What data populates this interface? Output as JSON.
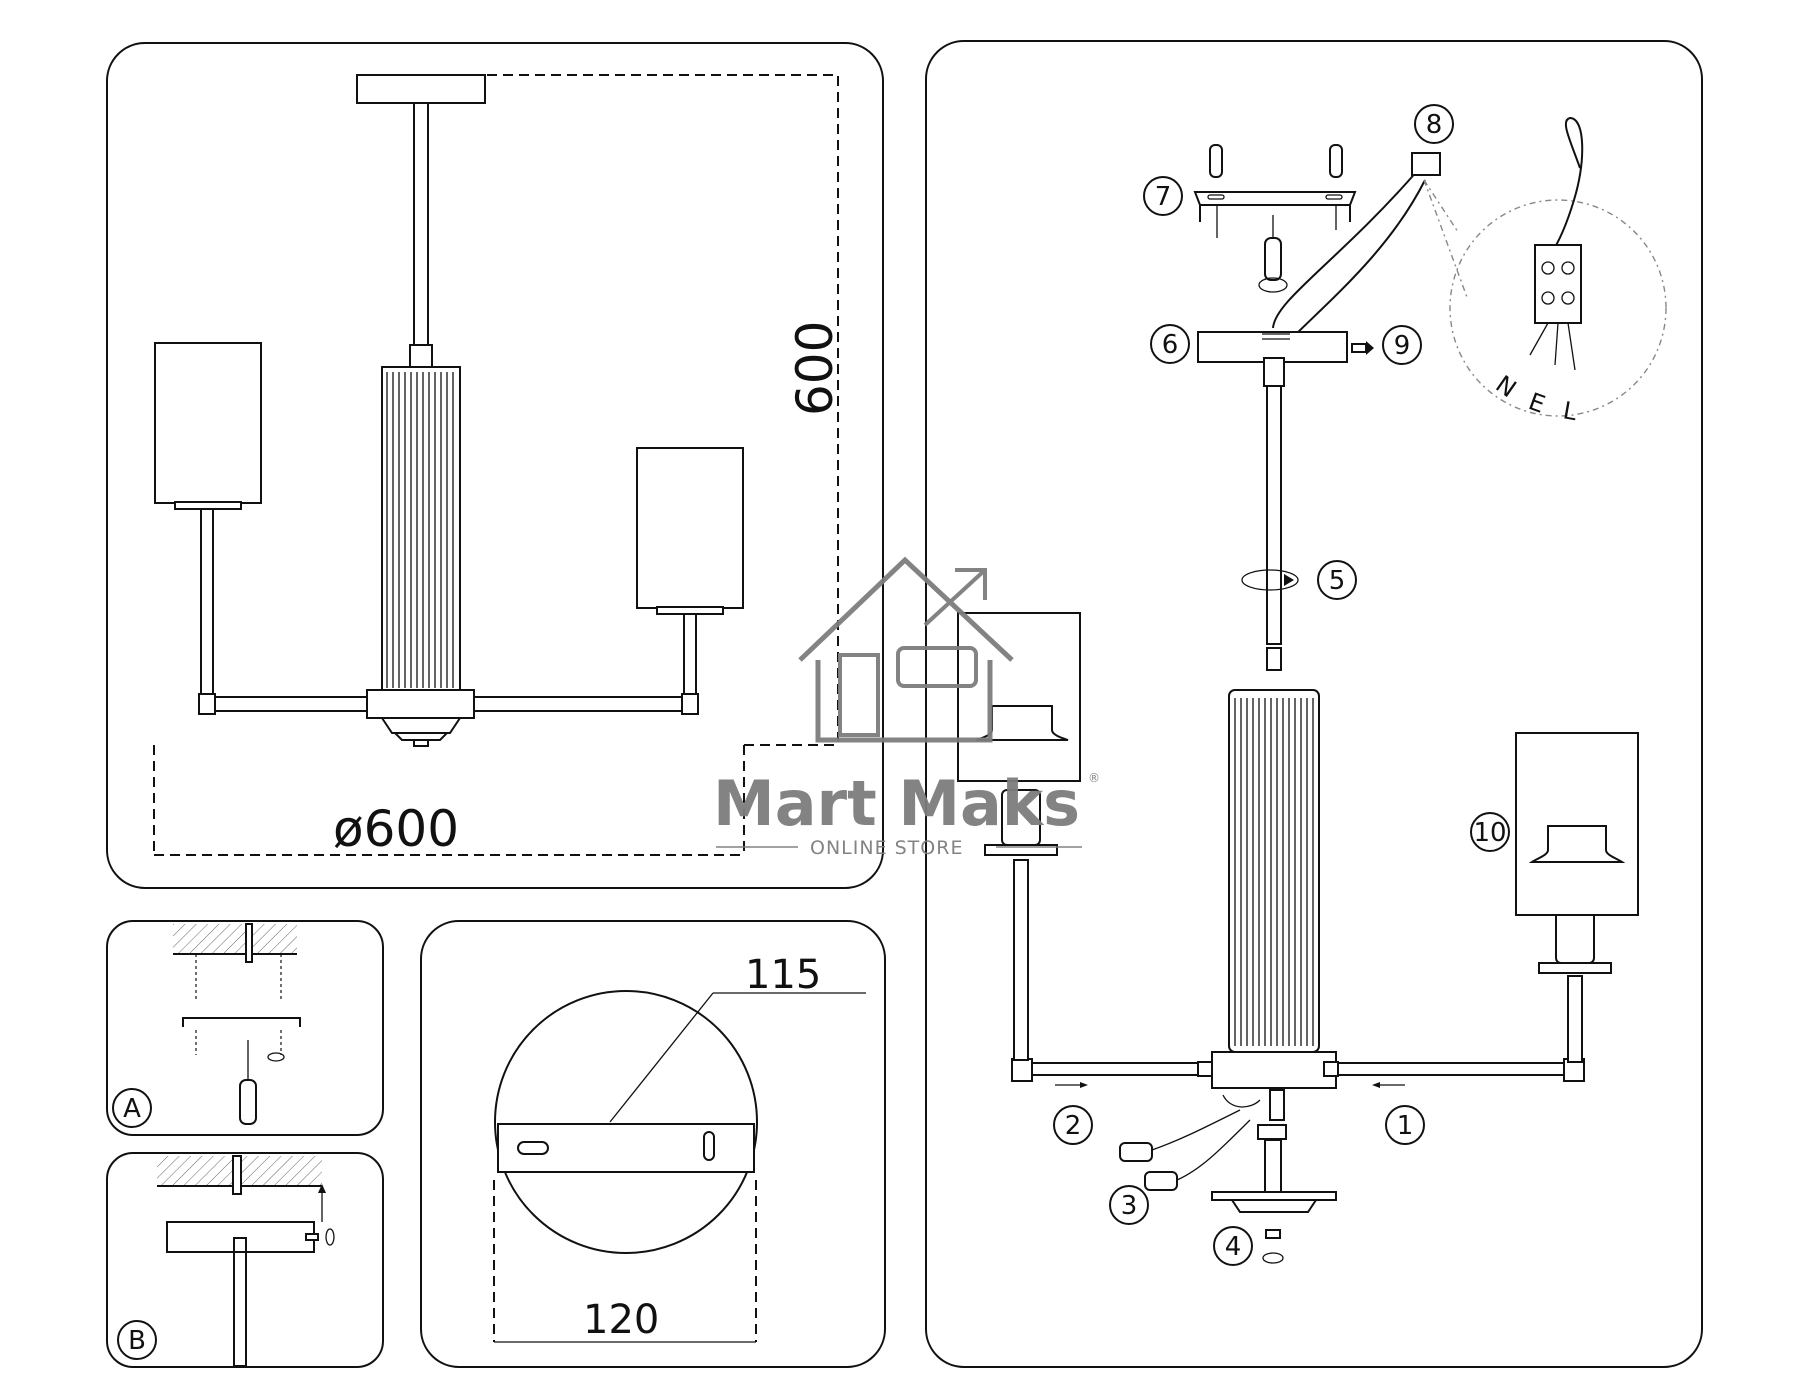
{
  "dimensions": {
    "height": "600",
    "diameter": "ø600",
    "plate_length": "115",
    "canopy_diameter": "120"
  },
  "steps": {
    "step_a": "A",
    "step_b": "B",
    "parts": [
      "1",
      "2",
      "3",
      "4",
      "5",
      "6",
      "7",
      "8",
      "9",
      "10"
    ]
  },
  "wiring": {
    "terminals": [
      "N",
      "E",
      "L"
    ]
  },
  "watermark": {
    "brand": "Mart Maks",
    "registered": "®",
    "tagline": "ONLINE STORE"
  }
}
